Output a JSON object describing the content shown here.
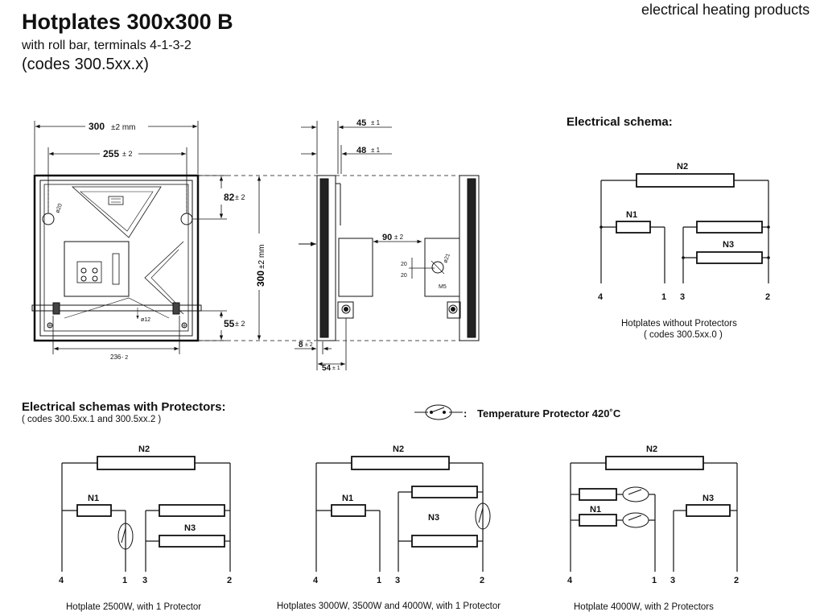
{
  "header": {
    "title": "Hotplates 300x300 B",
    "subtitle": "with roll bar, terminals 4-1-3-2",
    "codes": "(codes  300.5xx.x)",
    "brand": "electrical heating products"
  },
  "dims": {
    "w300": "300",
    "w300_tol": "±2 mm",
    "w255": "255",
    "w255_tol": "± 2",
    "h82": "82",
    "h82_tol": "± 2",
    "h55": "55",
    "h55_tol": "± 2",
    "w236": "236",
    "w236_tol": "- 2",
    "v300": "300",
    "v300_tol": "±2 mm",
    "d45": "45",
    "d45_tol": "± 1",
    "d48": "48",
    "d48_tol": "± 1",
    "d90": "90",
    "d90_tol": "± 2",
    "d8": "8",
    "d8_tol": "± 2",
    "d54": "54",
    "d54_tol": "± 1",
    "dia20": "ø20",
    "dia21": "ø21",
    "dia12": "ø12",
    "s20a": "20",
    "s20b": "20",
    "m5": "M5"
  },
  "schema_main": {
    "title": "Electrical schema:",
    "n1": "N1",
    "n2": "N2",
    "n3": "N3",
    "t4": "4",
    "t1": "1",
    "t3": "3",
    "t2": "2",
    "caption1": "Hotplates without Protectors",
    "caption2": "( codes 300.5xx.0 )"
  },
  "protectors": {
    "title": "Electrical schemas with Protectors:",
    "codes": "( codes 300.5xx.1 and 300.5xx.2 )",
    "legend_colon": ":",
    "legend": "Temperature Protector 420˚C"
  },
  "schemas": [
    {
      "n1": "N1",
      "n2": "N2",
      "n3": "N3",
      "t4": "4",
      "t1": "1",
      "t3": "3",
      "t2": "2",
      "caption": "Hotplate 2500W, with 1 Protector"
    },
    {
      "n1": "N1",
      "n2": "N2",
      "n3": "N3",
      "t4": "4",
      "t1": "1",
      "t3": "3",
      "t2": "2",
      "caption": "Hotplates 3000W, 3500W and 4000W,  with 1 Protector"
    },
    {
      "n1": "N1",
      "n2": "N2",
      "n3": "N3",
      "t4": "4",
      "t1": "1",
      "t3": "3",
      "t2": "2",
      "caption": "Hotplate 4000W,  with 2 Protectors"
    }
  ]
}
